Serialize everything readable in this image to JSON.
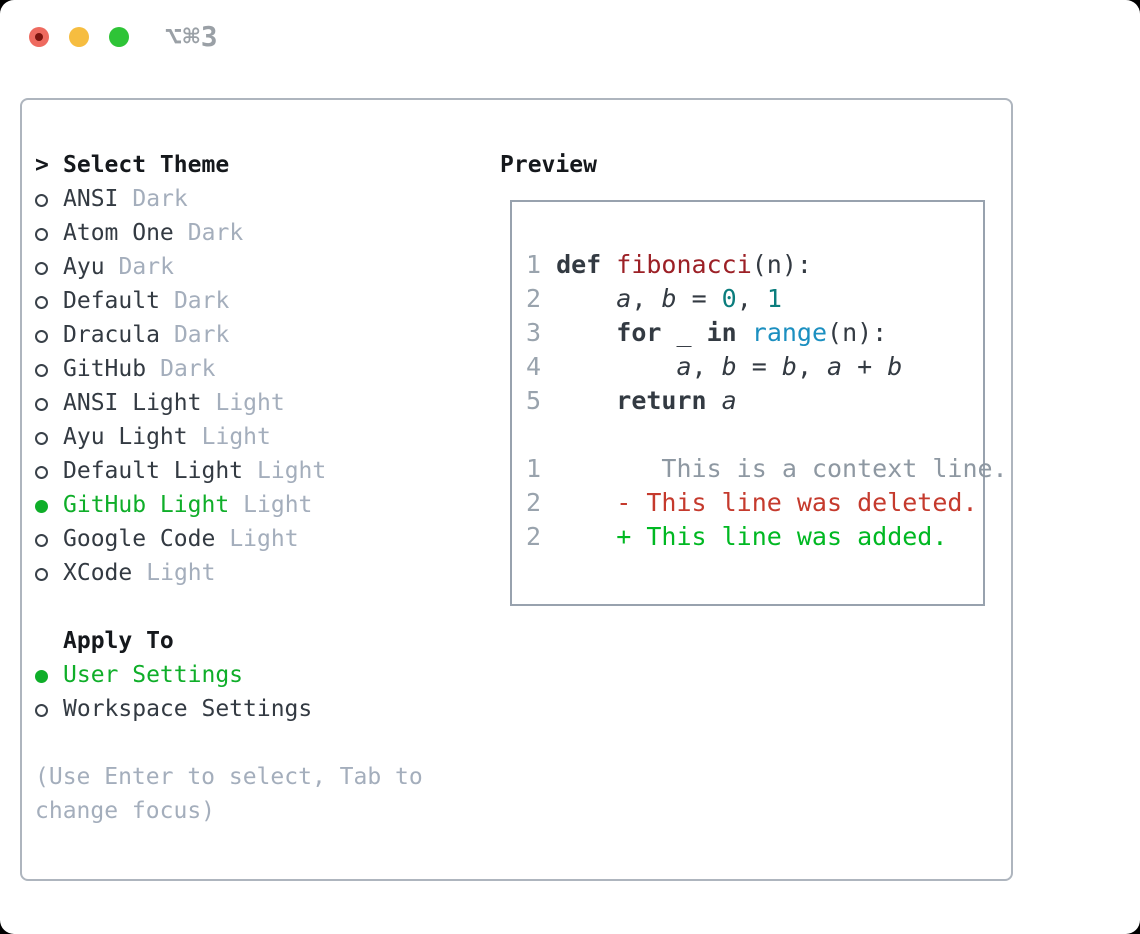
{
  "colors": {
    "traffic_red": "#ee6a5f",
    "traffic_red_dot": "#7c150f",
    "traffic_yellow": "#f6bd40",
    "traffic_green": "#2ec437",
    "selection_green": "#0fae29",
    "diff_added_green": "#00b822",
    "diff_deleted_red": "#c53a2d",
    "function_red": "#9c2026",
    "number_teal": "#0b7d7d",
    "builtin_blue": "#1b8fc0",
    "text_dark": "#333a42",
    "text_muted": "#a4aebc",
    "line_number_gray": "#99a3ad",
    "panel_border": "#aeb5be"
  },
  "titlebar": {
    "title": "⌥⌘3"
  },
  "theme_picker": {
    "prompt": ">",
    "header": "Select Theme",
    "themes": [
      {
        "name": "ANSI",
        "variant": "Dark",
        "selected": false
      },
      {
        "name": "Atom One",
        "variant": "Dark",
        "selected": false
      },
      {
        "name": "Ayu",
        "variant": "Dark",
        "selected": false
      },
      {
        "name": "Default",
        "variant": "Dark",
        "selected": false
      },
      {
        "name": "Dracula",
        "variant": "Dark",
        "selected": false
      },
      {
        "name": "GitHub",
        "variant": "Dark",
        "selected": false
      },
      {
        "name": "ANSI Light",
        "variant": "Light",
        "selected": false
      },
      {
        "name": "Ayu Light",
        "variant": "Light",
        "selected": false
      },
      {
        "name": "Default Light",
        "variant": "Light",
        "selected": false
      },
      {
        "name": "GitHub Light",
        "variant": "Light",
        "selected": true
      },
      {
        "name": "Google Code",
        "variant": "Light",
        "selected": false
      },
      {
        "name": "XCode",
        "variant": "Light",
        "selected": false
      }
    ],
    "apply_to": {
      "header": "Apply To",
      "options": [
        {
          "label": "User Settings",
          "selected": true
        },
        {
          "label": "Workspace Settings",
          "selected": false
        }
      ]
    },
    "hint_lines": [
      "(Use Enter to select, Tab to",
      "change focus)"
    ]
  },
  "preview": {
    "title": "Preview",
    "code_lines": [
      {
        "num": "1",
        "kw": "def ",
        "fn": "fibonacci",
        "rest": "(n):"
      },
      {
        "num": "2",
        "pre": "    ",
        "v1": "a",
        "s1": ", ",
        "v2": "b",
        "s2": " = ",
        "n1": "0",
        "s3": ", ",
        "n2": "1"
      },
      {
        "num": "3",
        "pre1": "    ",
        "kw1": "for",
        "pre2": " _ ",
        "kw2": "in",
        "pre3": " ",
        "bi": "range",
        "rest": "(n):"
      },
      {
        "num": "4",
        "pre": "        ",
        "v1": "a",
        "s1": ", ",
        "v2": "b",
        "s2": " = ",
        "v3": "b",
        "s3": ", ",
        "v4": "a",
        "s4": " + ",
        "v5": "b"
      },
      {
        "num": "5",
        "pre": "    ",
        "kw1": "return",
        "s1": " ",
        "v1": "a"
      }
    ],
    "diff_lines": [
      {
        "num": "1",
        "content": "       This is a context line.",
        "type": "context"
      },
      {
        "num": "2",
        "content": "    - This line was deleted.",
        "type": "deleted"
      },
      {
        "num": "2",
        "content": "    + This line was added.",
        "type": "added"
      }
    ]
  }
}
